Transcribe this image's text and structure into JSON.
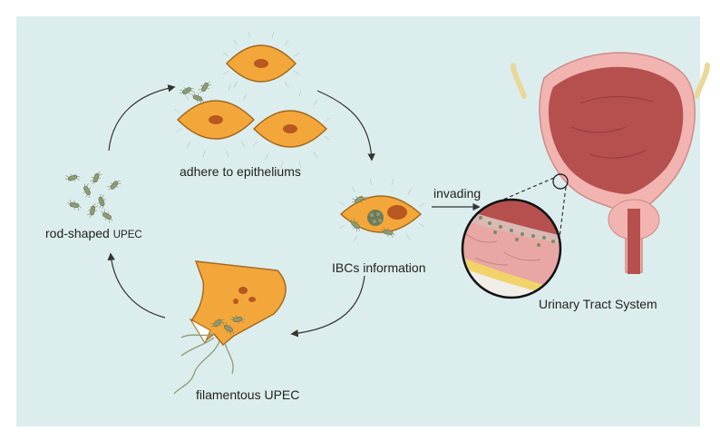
{
  "labels": {
    "adhere": "adhere to epitheliums",
    "rod_main": "rod-shaped ",
    "rod_small": "UPEC",
    "ibcs": "IBCs information",
    "invading": "invading",
    "filamentous": "filamentous UPEC",
    "urinary": "Urinary Tract System"
  },
  "colors": {
    "background": "#dcedee",
    "cell_fill": "#f3a73a",
    "cell_stroke": "#a1671a",
    "nucleus": "#b8571f",
    "bacteria": "#8e9b73",
    "bladder_outer": "#f2b4b0",
    "bladder_inner": "#b5504f",
    "arrow": "#333333"
  }
}
